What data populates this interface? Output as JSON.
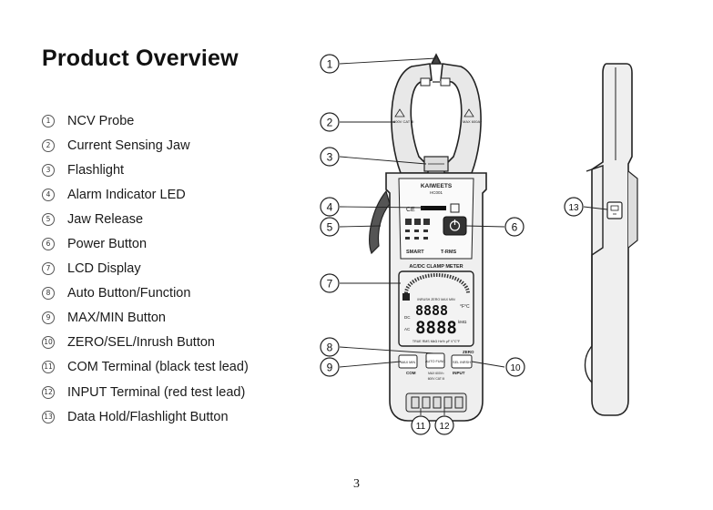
{
  "title": "Product Overview",
  "items": [
    {
      "num": "1",
      "label": "NCV Probe"
    },
    {
      "num": "2",
      "label": "Current Sensing Jaw"
    },
    {
      "num": "3",
      "label": "Flashlight"
    },
    {
      "num": "4",
      "label": "Alarm Indicator LED"
    },
    {
      "num": "5",
      "label": "Jaw Release"
    },
    {
      "num": "6",
      "label": "Power Button"
    },
    {
      "num": "7",
      "label": "LCD Display"
    },
    {
      "num": "8",
      "label": "Auto Button/Function"
    },
    {
      "num": "9",
      "label": "MAX/MIN Button"
    },
    {
      "num": "10",
      "label": "ZERO/SEL/Inrush Button"
    },
    {
      "num": "11",
      "label": "COM Terminal (black test lead)"
    },
    {
      "num": "12",
      "label": "INPUT Terminal (red test lead)"
    },
    {
      "num": "13",
      "label": "Data Hold/Flashlight Button"
    }
  ],
  "callouts": {
    "c1": "1",
    "c2": "2",
    "c3": "3",
    "c4": "4",
    "c5": "5",
    "c6": "6",
    "c7": "7",
    "c8": "8",
    "c9": "9",
    "c10": "10",
    "c11": "11",
    "c12": "12",
    "c13": "13"
  },
  "device": {
    "brand": "KAIWEETS",
    "model": "HC001",
    "mode_left": "SMART",
    "mode_right": "T-RMS",
    "display_header": "AC/DC CLAMP METER",
    "lcd_digits_1": "8888",
    "lcd_digits_2": "8888",
    "lcd_unit_1": "°F°C",
    "lcd_unit_2": "kMΩ",
    "lcd_top": "INRUSH ZERO MAX MIN",
    "lcd_bottom": "TRUE RMS MkΩ Hz% μF V°C°F",
    "lcd_dc": "DC",
    "lcd_ac": "AC",
    "btn_maxmin": "MAX MIN",
    "btn_auto": "AUTO FUNC",
    "btn_sel": "SEL INRSH",
    "label_zero": "ZERO",
    "terminal_com": "COM",
    "terminal_input": "INPUT",
    "terminal_rating": "MAX 600V=",
    "terminal_cat": "600V CAT III",
    "jaw_rating_left": "600V CAT III",
    "jaw_rating_right": "MAX 600A~"
  },
  "page_number": "3"
}
